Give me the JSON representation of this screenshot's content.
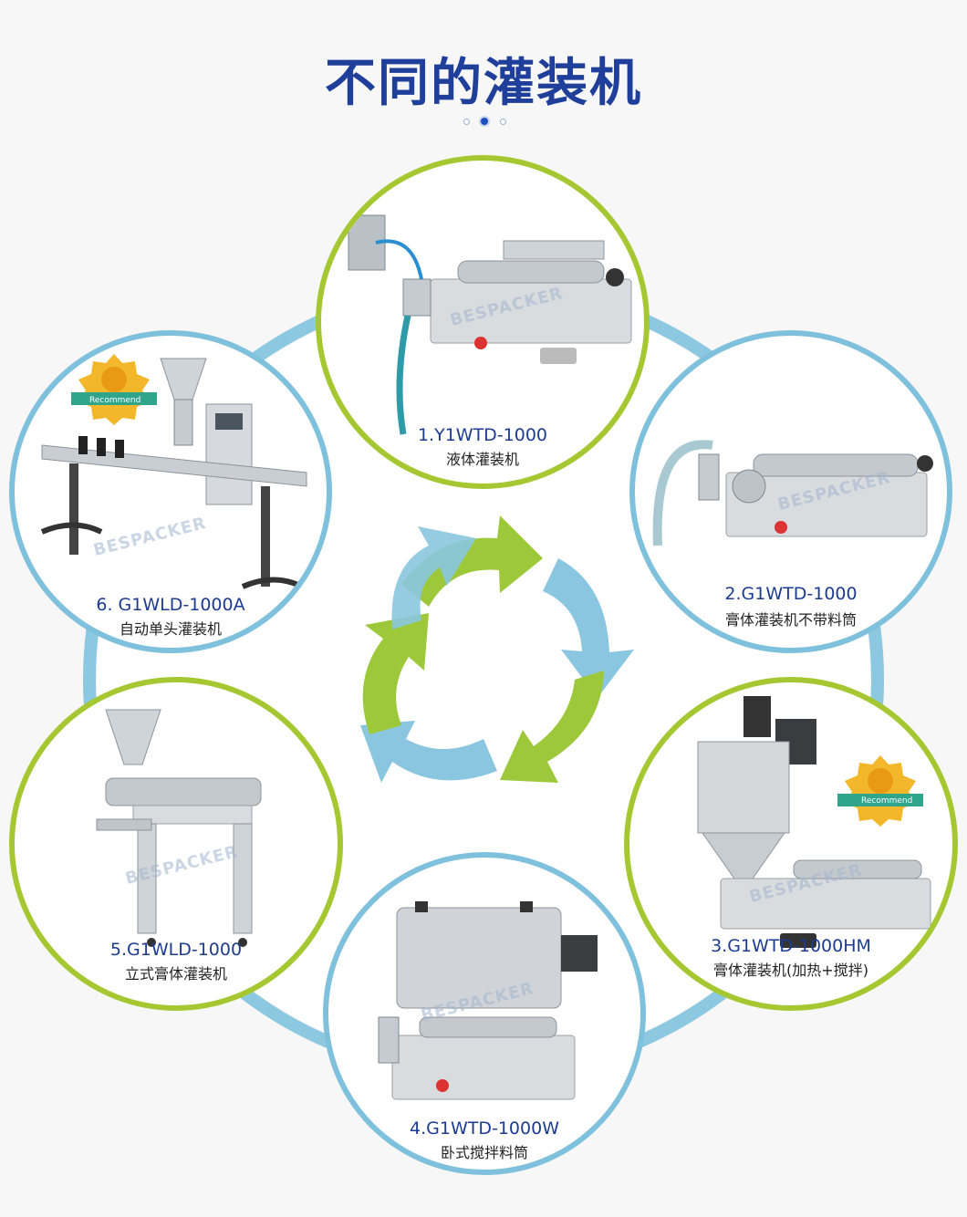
{
  "title": "不同的灌装机",
  "watermark": "BESPACKER",
  "badge": "Recommend",
  "machines": [
    {
      "code": "1.Y1WTD-1000",
      "name": "液体灌装机"
    },
    {
      "code": "2.G1WTD-1000",
      "name": "膏体灌装机不带料筒"
    },
    {
      "code": "3.G1WTD-1000HM",
      "name": "膏体灌装机(加热+搅拌)"
    },
    {
      "code": "4.G1WTD-1000W",
      "name": "卧式搅拌料筒"
    },
    {
      "code": "5.G1WLD-1000",
      "name": "立式膏体灌装机"
    },
    {
      "code": "6. G1WLD-1000A",
      "name": "自动单头灌装机"
    }
  ],
  "colors": {
    "title": "#1f3f9a",
    "green": "#a5c832",
    "blue": "#7fc1dc",
    "label": "#1d3c91"
  }
}
